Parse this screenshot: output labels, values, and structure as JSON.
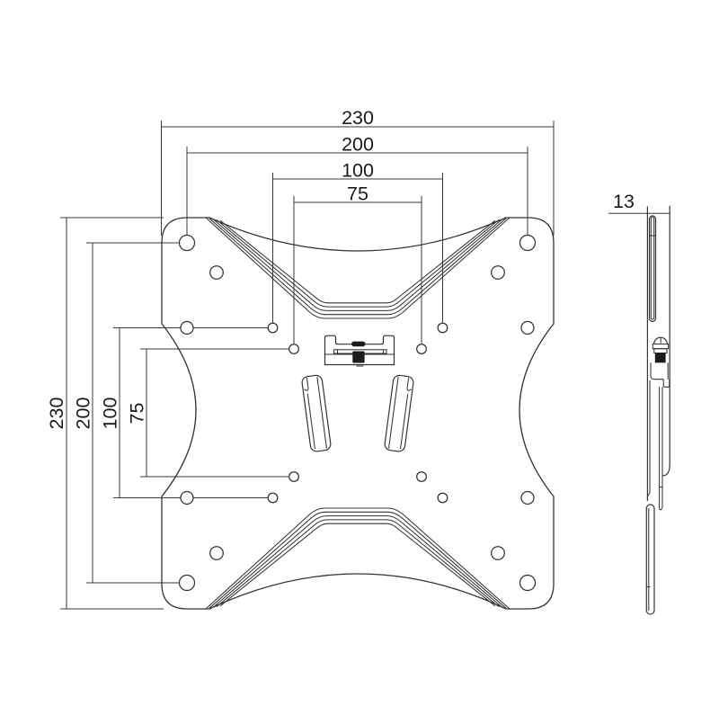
{
  "page": {
    "background": "#ffffff"
  },
  "drawing": {
    "type": "technical-dimension-drawing",
    "subject": "tv-wall-mount-vesa-plate",
    "line_color": "#333333",
    "text_color": "#1a1a1a",
    "dimensions": {
      "front_top": [
        {
          "id": "plate-width",
          "value": "230"
        },
        {
          "id": "hole-spacing-200-h",
          "value": "200"
        },
        {
          "id": "vesa-100-h",
          "value": "100"
        },
        {
          "id": "vesa-75-h",
          "value": "75"
        }
      ],
      "front_left": [
        {
          "id": "plate-height",
          "value": "230"
        },
        {
          "id": "hole-spacing-200-v",
          "value": "200"
        },
        {
          "id": "vesa-100-v",
          "value": "100"
        },
        {
          "id": "vesa-75-v",
          "value": "75"
        }
      ],
      "side": [
        {
          "id": "plate-thickness",
          "value": "13"
        }
      ]
    }
  }
}
